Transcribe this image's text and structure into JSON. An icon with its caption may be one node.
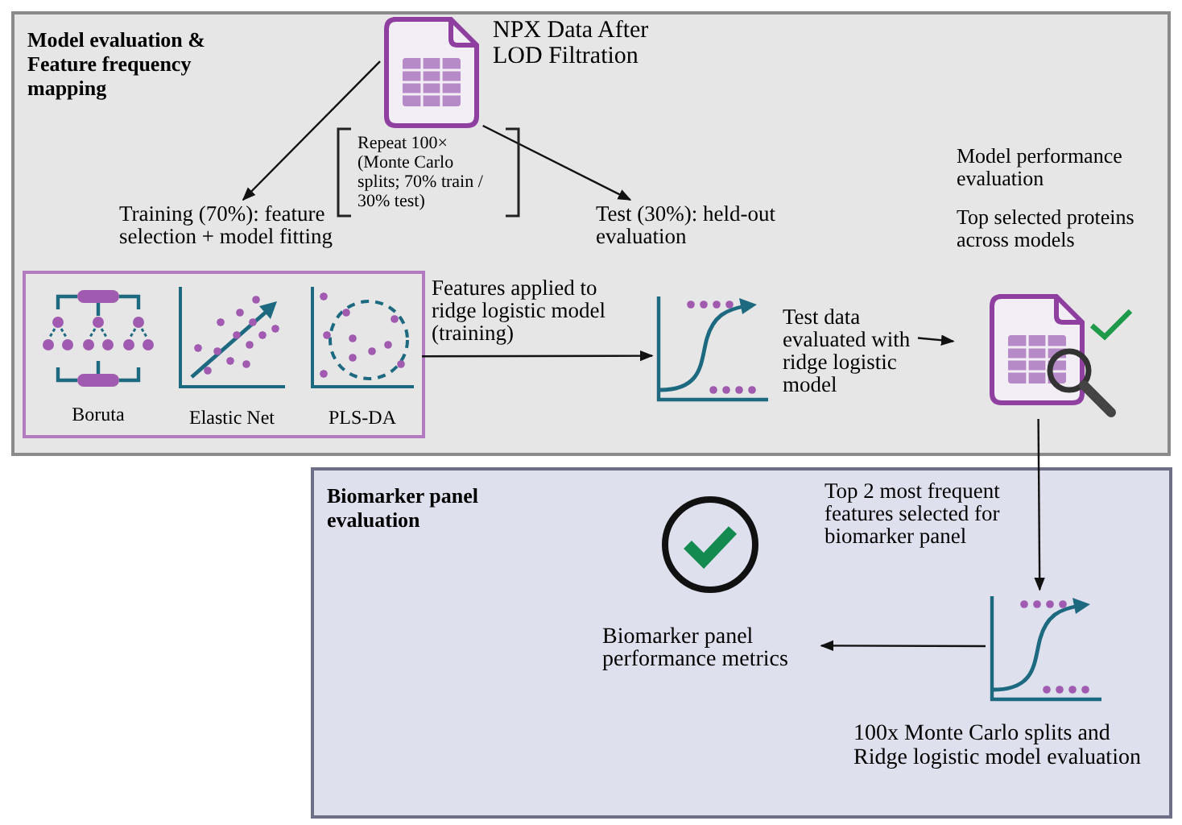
{
  "diagram": {
    "nodes": [
      {
        "text": [
          "Model evaluation & Feature frequency mapping"
        ]
      },
      {
        "text": [
          "NPX Data After LOD Filtration"
        ],
        "in": 0
      },
      {
        "text": [
          "Training (70%): feature selection + model fitting"
        ],
        "in": 0
      },
      {
        "text": [
          "Test (30%): held-out evaluation"
        ],
        "in": 0
      },
      {
        "text": [],
        "shape": "box",
        "in": 0
      },
      {
        "text": [
          "Boruta"
        ],
        "in": 4
      },
      {
        "text": [
          "Elastic Net"
        ],
        "in": 4
      },
      {
        "text": [
          "PLS-DA"
        ],
        "in": 4
      },
      {
        "text": [],
        "shape": "picture",
        "in": 0
      },
      {
        "text": [
          "Test data evaluated with ridge logistic model"
        ],
        "in": 0
      },
      {
        "text": [
          "Model performance evaluation",
          "Top selected proteins across models"
        ],
        "in": 0
      },
      {
        "text": [
          "Biomarker panel evaluation"
        ]
      },
      {
        "text": [
          "Biomarker panel performance metrics"
        ],
        "in": 11
      },
      {
        "text": [],
        "shape": "picture",
        "in": 11,
        "beside": [
          "100x Monte Carlo splits and Ridge logistic model evaluation"
        ]
      }
    ],
    "edges": [
      {
        "from": 1,
        "to": 2,
        "arrow": "to"
      },
      {
        "from": 1,
        "to": 3,
        "arrow": "to"
      },
      {
        "from": 4,
        "to": 8,
        "arrow": "to",
        "label": "Features applied to ridge logistic model (training)"
      },
      {
        "from": 9,
        "to": 10,
        "arrow": "to"
      },
      {
        "from": 10,
        "to": 13,
        "arrow": "to",
        "label": "Top 2 most frequent features selected for biomarker panel"
      },
      {
        "from": 13,
        "to": 12,
        "arrow": "to"
      }
    ],
    "labels": [
      "Repeat 100× (Monte Carlo splits; 70% train / 30% test)"
    ]
  }
}
